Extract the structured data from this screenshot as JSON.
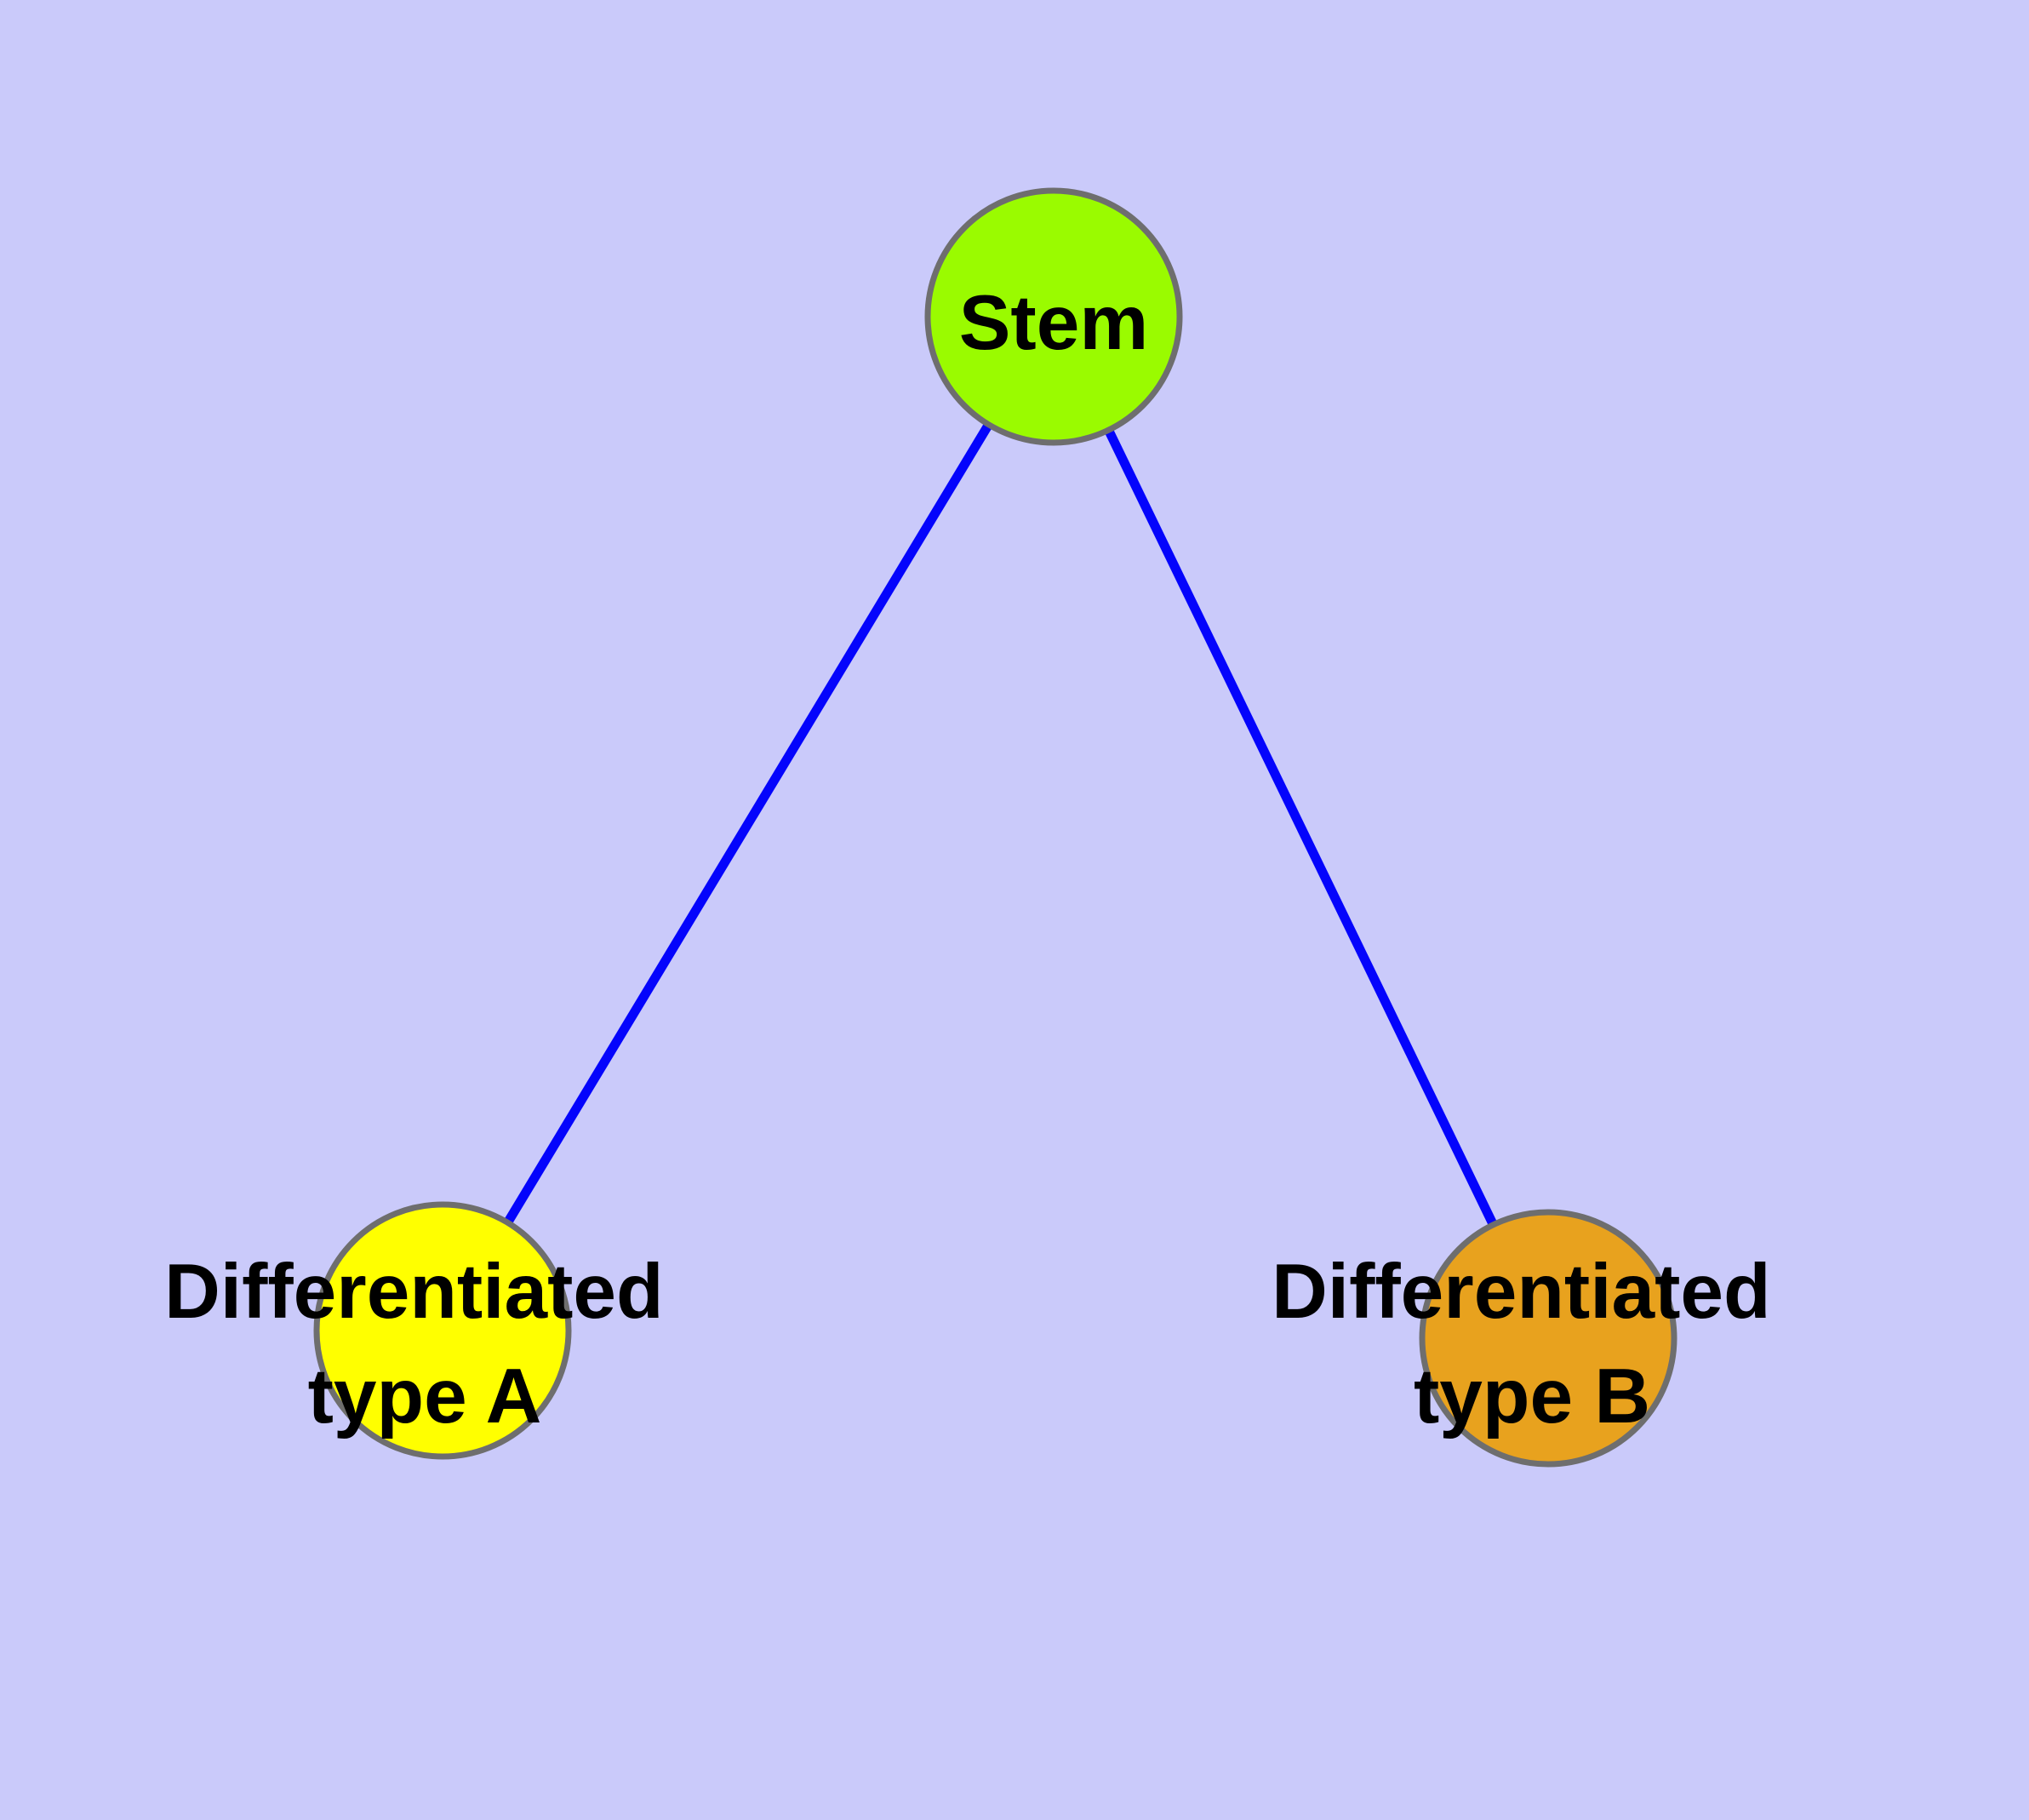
{
  "diagram": {
    "background_color": "#CACAFA",
    "edge_color": "#0404FC",
    "node_border_color": "#6E6E6E",
    "text_color": "#000000",
    "nodes": {
      "stem": {
        "label": "Stem",
        "fill": "#9AFB00"
      },
      "type_a": {
        "lines": [
          "Differentiated",
          "type A"
        ],
        "fill": "#FFFF00"
      },
      "type_b": {
        "lines": [
          "Differentiated",
          "type B"
        ],
        "fill": "#E8A21E"
      }
    }
  }
}
